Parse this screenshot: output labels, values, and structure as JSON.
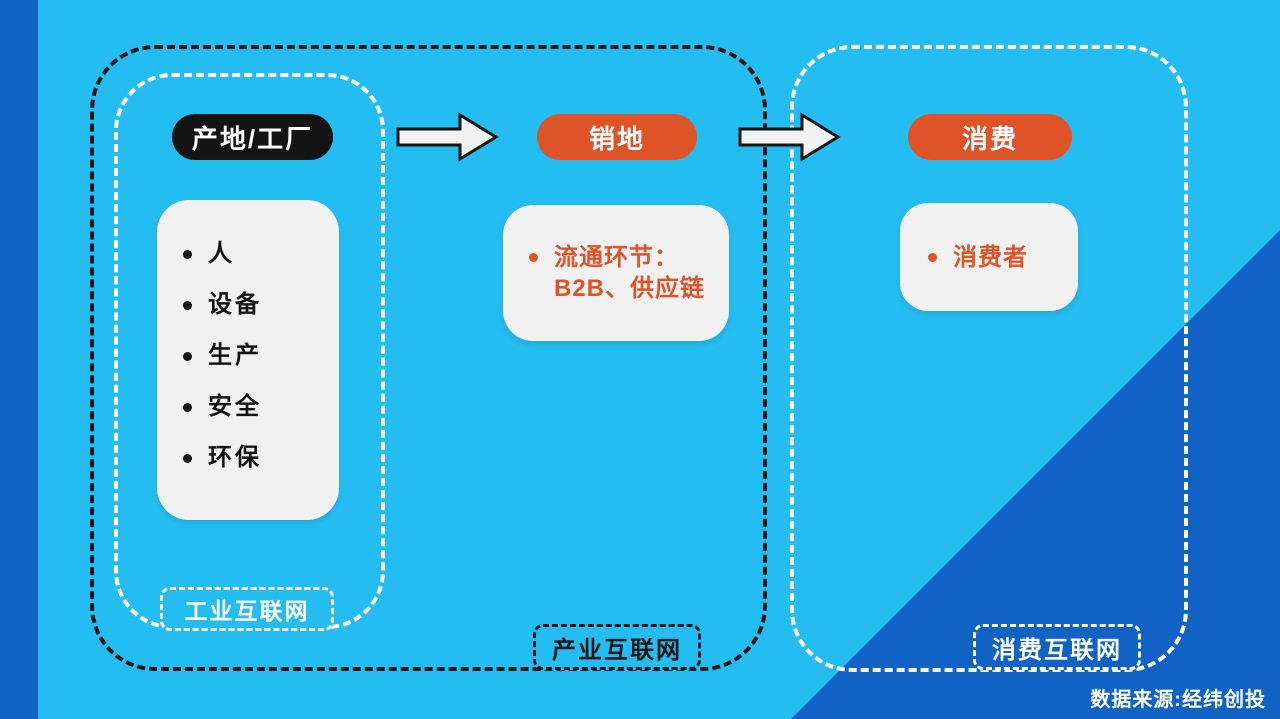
{
  "colors": {
    "background": "#24BDF2",
    "dark_blue": "#1063C5",
    "orange": "#DF5329",
    "pill_black": "#141414",
    "card_bg": "#F1F1F1",
    "arrow_fill": "#F2F2F2"
  },
  "stages": [
    {
      "pill": "产地/工厂",
      "items": [
        "人",
        "设备",
        "生产",
        "安全",
        "环保"
      ],
      "zone": "工业互联网"
    },
    {
      "pill": "销地",
      "item_lines": [
        "流通环节：",
        "B2B、供应链"
      ],
      "zone": "产业互联网"
    },
    {
      "pill": "消费",
      "items": [
        "消费者"
      ],
      "zone": "消费互联网"
    }
  ],
  "icons": {
    "arrow1": "right-arrow",
    "arrow2": "right-arrow"
  },
  "footer": {
    "source": "数据来源:经纬创投"
  }
}
